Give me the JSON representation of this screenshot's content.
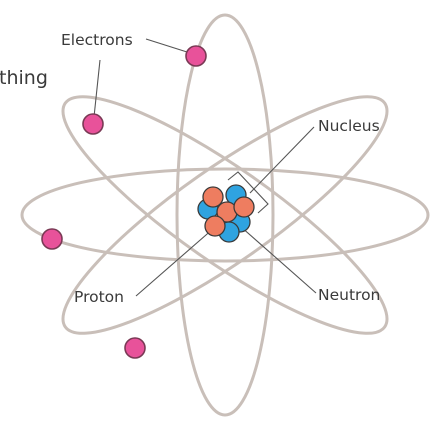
{
  "cut_text": "thing",
  "labels": {
    "electrons": "Electrons",
    "nucleus": "Nucleus",
    "proton": "Proton",
    "neutron": "Neutron"
  },
  "colors": {
    "orbit": "#c9bfb9",
    "electron_fill": "#e8529a",
    "electron_stroke": "#7a3a55",
    "proton": "#ee7d60",
    "neutron": "#2fa3e0",
    "particle_stroke": "#3b3b3b",
    "leader_line": "#555555",
    "text": "#3a3a3a"
  }
}
